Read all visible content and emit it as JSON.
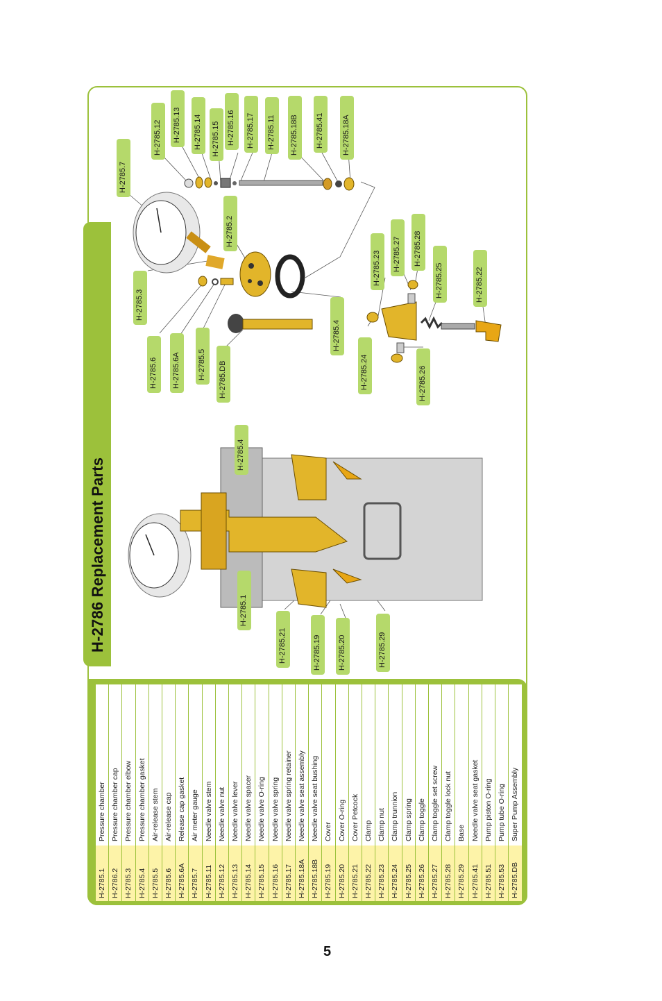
{
  "page_number": "5",
  "title": "H-2786 Replacement Parts",
  "parts": [
    {
      "no": "H-2785.1",
      "desc": "Pressure chamber"
    },
    {
      "no": "H-2786.2",
      "desc": "Pressure chamber cap"
    },
    {
      "no": "H-2785.3",
      "desc": "Pressure chamber elbow"
    },
    {
      "no": "H-2785.4",
      "desc": "Pressure chamber gasket"
    },
    {
      "no": "H-2785.5",
      "desc": "Air-release stem"
    },
    {
      "no": "H-2785.6",
      "desc": "Air-release cap"
    },
    {
      "no": "H-2785.6A",
      "desc": "Release cap gasket"
    },
    {
      "no": "H-2785.7",
      "desc": "Air meter gauge"
    },
    {
      "no": "H-2785.11",
      "desc": "Needle valve stem"
    },
    {
      "no": "H-2785.12",
      "desc": "Needle valve nut"
    },
    {
      "no": "H-2785.13",
      "desc": "Needle valve lever"
    },
    {
      "no": "H-2785.14",
      "desc": "Needle valve spacer"
    },
    {
      "no": "H-2785.15",
      "desc": "Needle valve O-ring"
    },
    {
      "no": "H-2785.16",
      "desc": "Needle valve spring"
    },
    {
      "no": "H-2785.17",
      "desc": "Needle valve spring retainer"
    },
    {
      "no": "H-2785.18A",
      "desc": "Needle valve seat assembly"
    },
    {
      "no": "H-2785.18B",
      "desc": "Needle valve seat bushing"
    },
    {
      "no": "H-2785.19",
      "desc": "Cover"
    },
    {
      "no": "H-2785.20",
      "desc": "Cover O-ring"
    },
    {
      "no": "H-2785.21",
      "desc": "Cover Petcock"
    },
    {
      "no": "H-2785.22",
      "desc": "Clamp"
    },
    {
      "no": "H-2785.23",
      "desc": "Clamp nut"
    },
    {
      "no": "H-2785.24",
      "desc": "Clamp trunnion"
    },
    {
      "no": "H-2785.25",
      "desc": "Clamp spring"
    },
    {
      "no": "H-2785.26",
      "desc": "Clamp toggle"
    },
    {
      "no": "H-2785.27",
      "desc": "Clamp toggle set screw"
    },
    {
      "no": "H-2785.28",
      "desc": "Clamp toggle lock nut"
    },
    {
      "no": "H-2785.29",
      "desc": "Base"
    },
    {
      "no": "H-2785.41",
      "desc": "Needle valve seat gasket"
    },
    {
      "no": "H-2785.51",
      "desc": "Pump piston O-ring"
    },
    {
      "no": "H-2785.53",
      "desc": "Pump tube O-ring"
    },
    {
      "no": "H-2785.DB",
      "desc": "Super Pump Assembly"
    }
  ],
  "callouts": {
    "c_2785_12": "H-2785.12",
    "c_2785_13": "H-2785.13",
    "c_2785_14": "H-2785.14",
    "c_2785_15": "H-2785.15",
    "c_2785_16": "H-2785.16",
    "c_2785_17": "H-2785.17",
    "c_2785_11": "H-2785.11",
    "c_2785_18B": "H-2785.18B",
    "c_2785_41": "H-2785.41",
    "c_2785_18A": "H-2785.18A",
    "c_2785_7": "H-2785.7",
    "c_2785_2": "H-2785.2",
    "c_2785_3": "H-2785.3",
    "c_2785_4a": "H-2785.4",
    "c_2785_6": "H-2785.6",
    "c_2785_6A": "H-2785.6A",
    "c_2785_5": "H-2785.5",
    "c_2785_DB": "H-2785.DB",
    "c_2785_23": "H-2785.23",
    "c_2785_27": "H-2785.27",
    "c_2785_28": "H-2785.28",
    "c_2785_25": "H-2785.25",
    "c_2785_22": "H-2785.22",
    "c_2785_24": "H-2785.24",
    "c_2785_26": "H-2785.26",
    "c_2785_4b": "H-2785.4",
    "c_2785_1": "H-2785.1",
    "c_2785_21": "H-2785.21",
    "c_2785_19": "H-2785.19",
    "c_2785_20": "H-2785.20",
    "c_2785_29": "H-2785.29"
  },
  "colors": {
    "accent": "#9cc13b",
    "label": "#b5d96b",
    "partno_bg": "#fdf3a8",
    "brass": "#d9a520"
  }
}
